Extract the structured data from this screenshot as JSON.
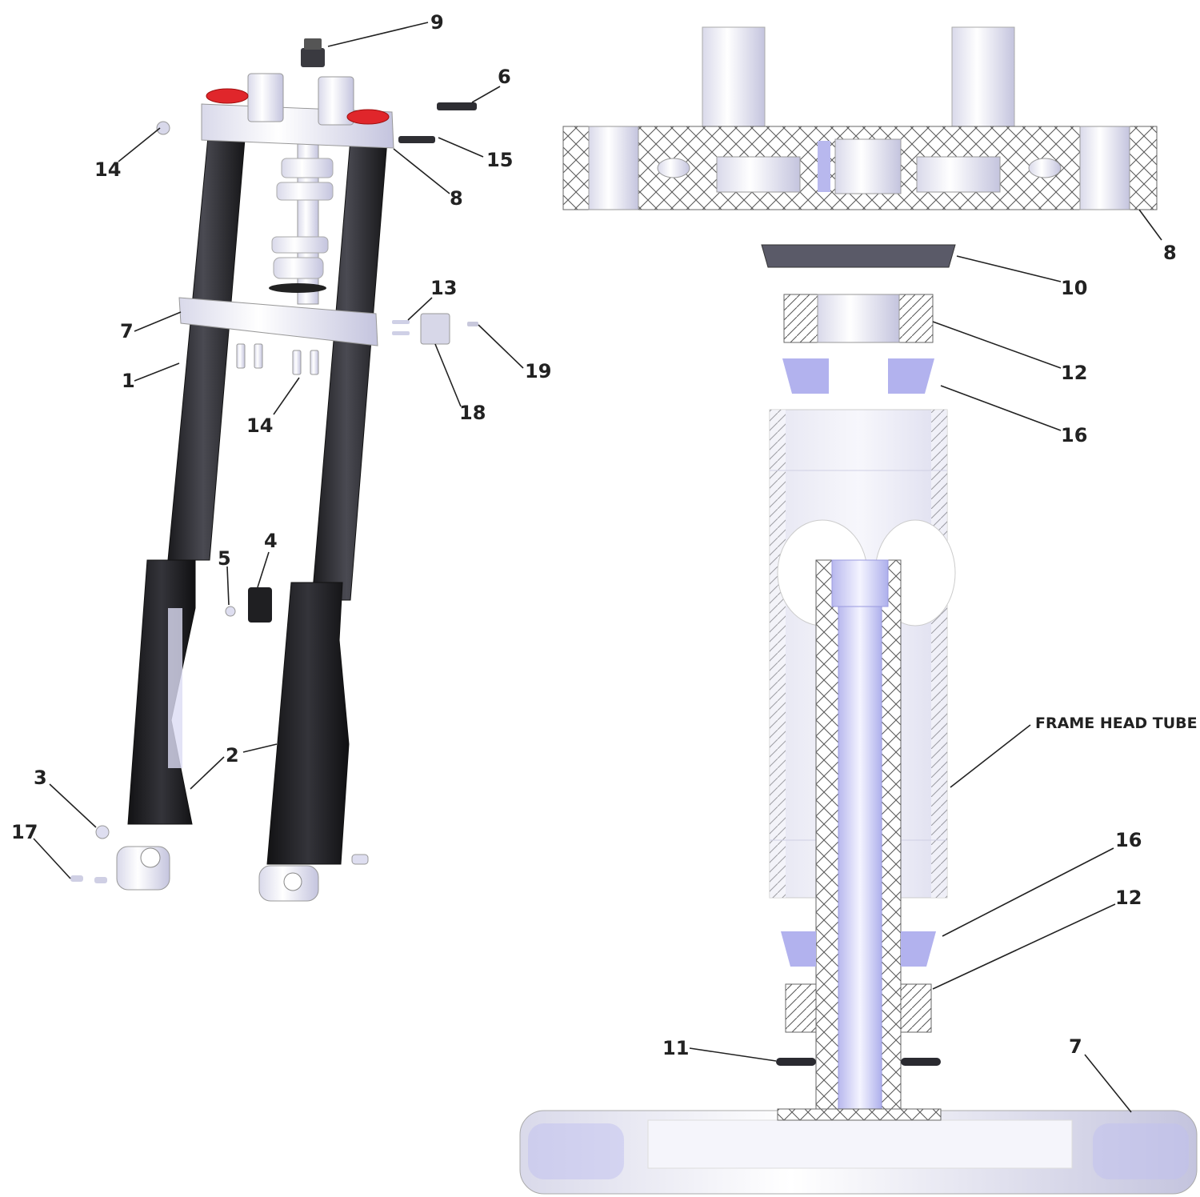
{
  "callouts": {
    "c1": "1",
    "c2": "2",
    "c3": "3",
    "c4": "4",
    "c5": "5",
    "c6": "6",
    "c7": "7",
    "c8": "8",
    "c9": "9",
    "c10": "10",
    "c11": "11",
    "c12": "12",
    "c13": "13",
    "c14": "14",
    "c15": "15",
    "c16": "16",
    "c17": "17",
    "c18": "18",
    "c19": "19"
  },
  "labels": {
    "frame_head_tube": "FRAME HEAD TUBE"
  },
  "colors": {
    "fork_tube": "#2a2a2e",
    "fork_leg": "#1f1f22",
    "aluminum": "#f2f2f6",
    "aluminum_shade": "#c9c9dc",
    "accent_blue": "#a9a9f2",
    "cap_red": "#e0262b",
    "hatch": "#555555",
    "ink": "#222222"
  }
}
